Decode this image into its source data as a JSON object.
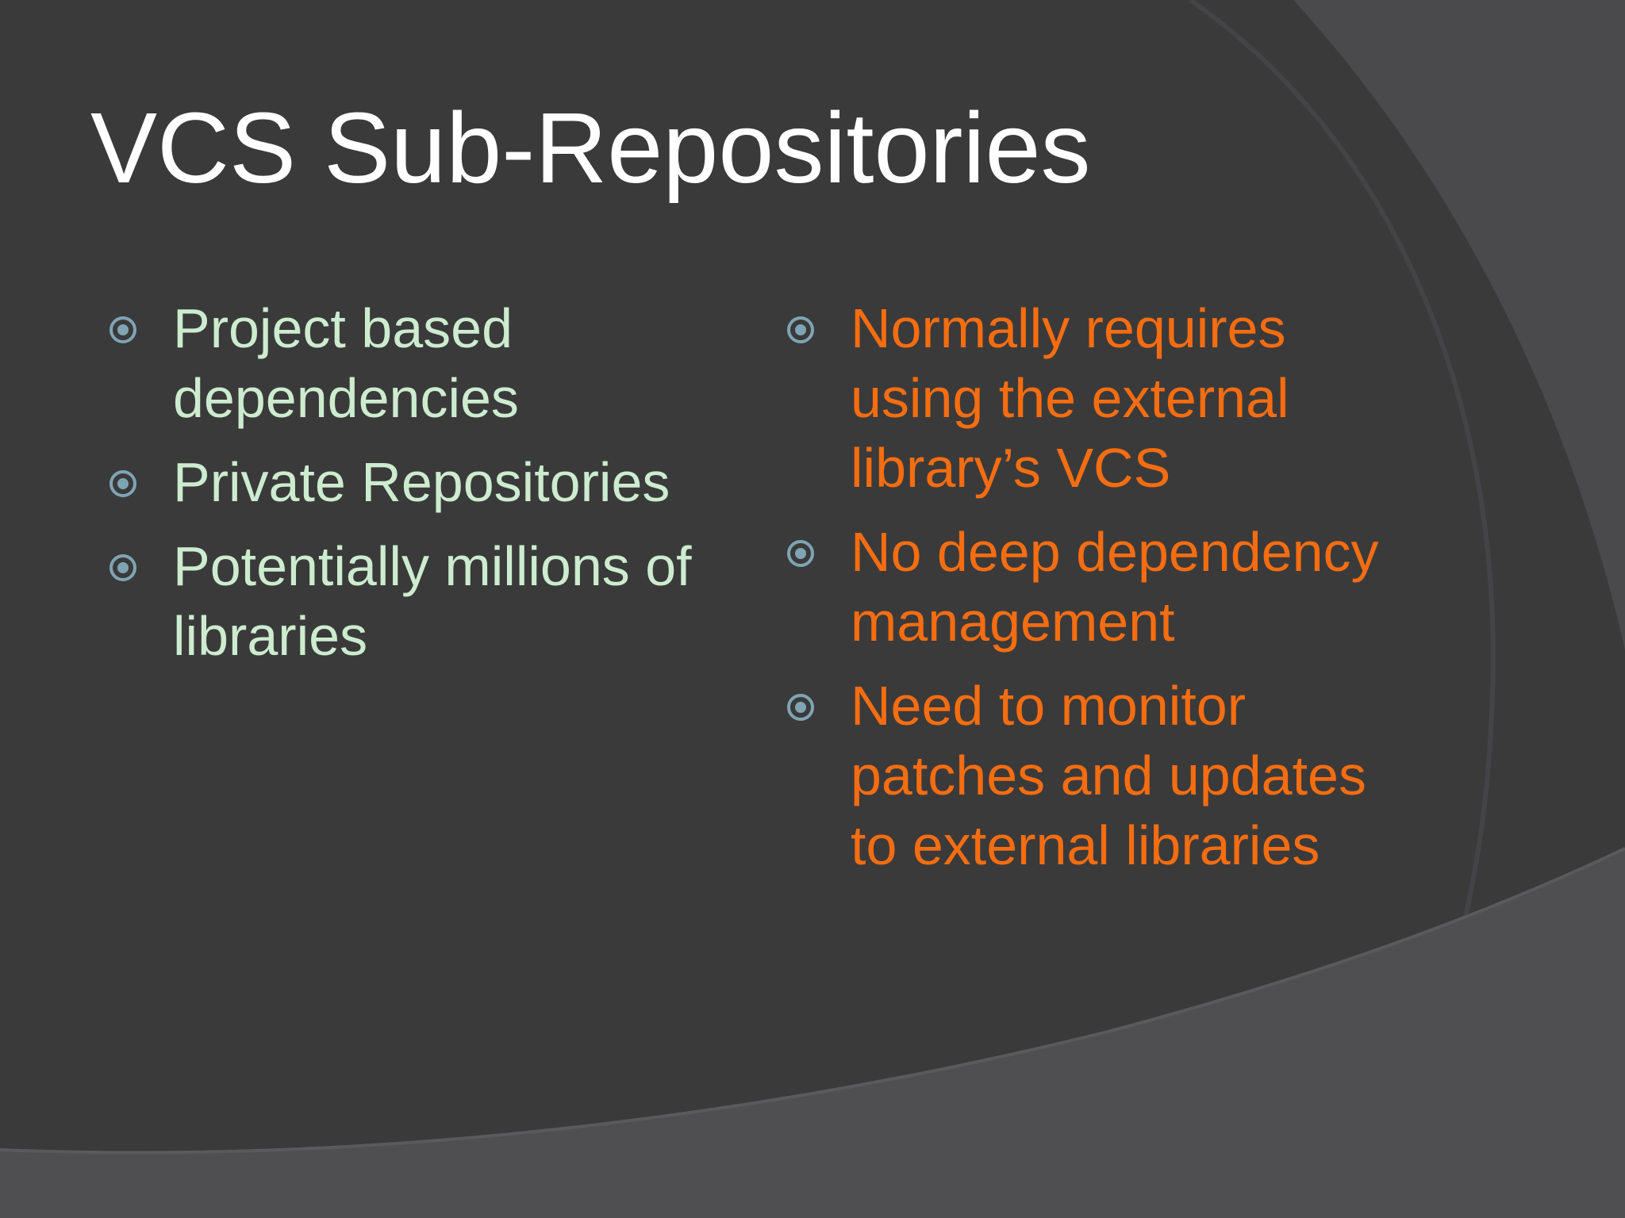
{
  "slide": {
    "title": "VCS Sub-Repositories",
    "colors": {
      "background": "#3a3a3b",
      "title": "#ffffff",
      "left_text": "#cdeccf",
      "right_text": "#f56d10",
      "bullet_icon": "#7fa4b4"
    },
    "bullet_icon_name": "circled-dot-bullet-icon",
    "left_column": {
      "items": [
        "Project based dependencies",
        "Private Repositories",
        "Potentially millions of libraries"
      ]
    },
    "right_column": {
      "items": [
        "Normally requires using the external library’s VCS",
        "No deep dependency management",
        "Need to monitor patches and updates to external libraries"
      ]
    }
  }
}
